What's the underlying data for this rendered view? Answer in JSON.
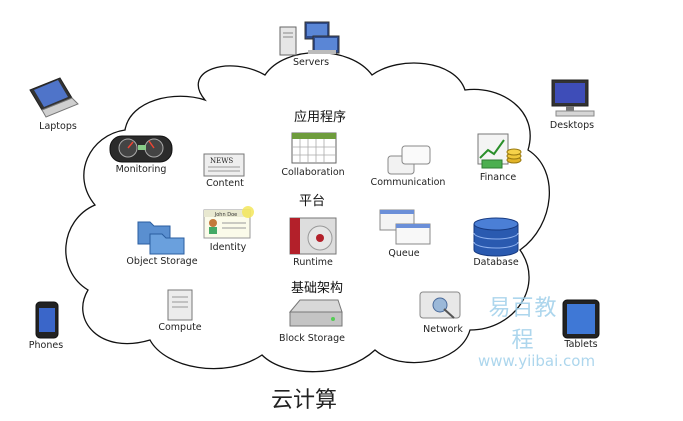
{
  "cloud": {
    "sections": {
      "applications": "应用程序",
      "platform": "平台",
      "infrastructure": "基础架构"
    },
    "items": {
      "monitoring": "Monitoring",
      "content": "Content",
      "collaboration": "Collaboration",
      "communication": "Communication",
      "finance": "Finance",
      "object_storage": "Object Storage",
      "identity": "Identity",
      "runtime": "Runtime",
      "queue": "Queue",
      "database": "Database",
      "compute": "Compute",
      "block_storage": "Block Storage",
      "network": "Network"
    },
    "identity_card_text": "John Doe"
  },
  "clients": {
    "servers": "Servers",
    "laptops": "Laptops",
    "desktops": "Desktops",
    "phones": "Phones",
    "tablets": "Tablets"
  },
  "caption": "云计算",
  "watermark": {
    "line1": "易百教程",
    "line2": "www.yiibai.com"
  }
}
